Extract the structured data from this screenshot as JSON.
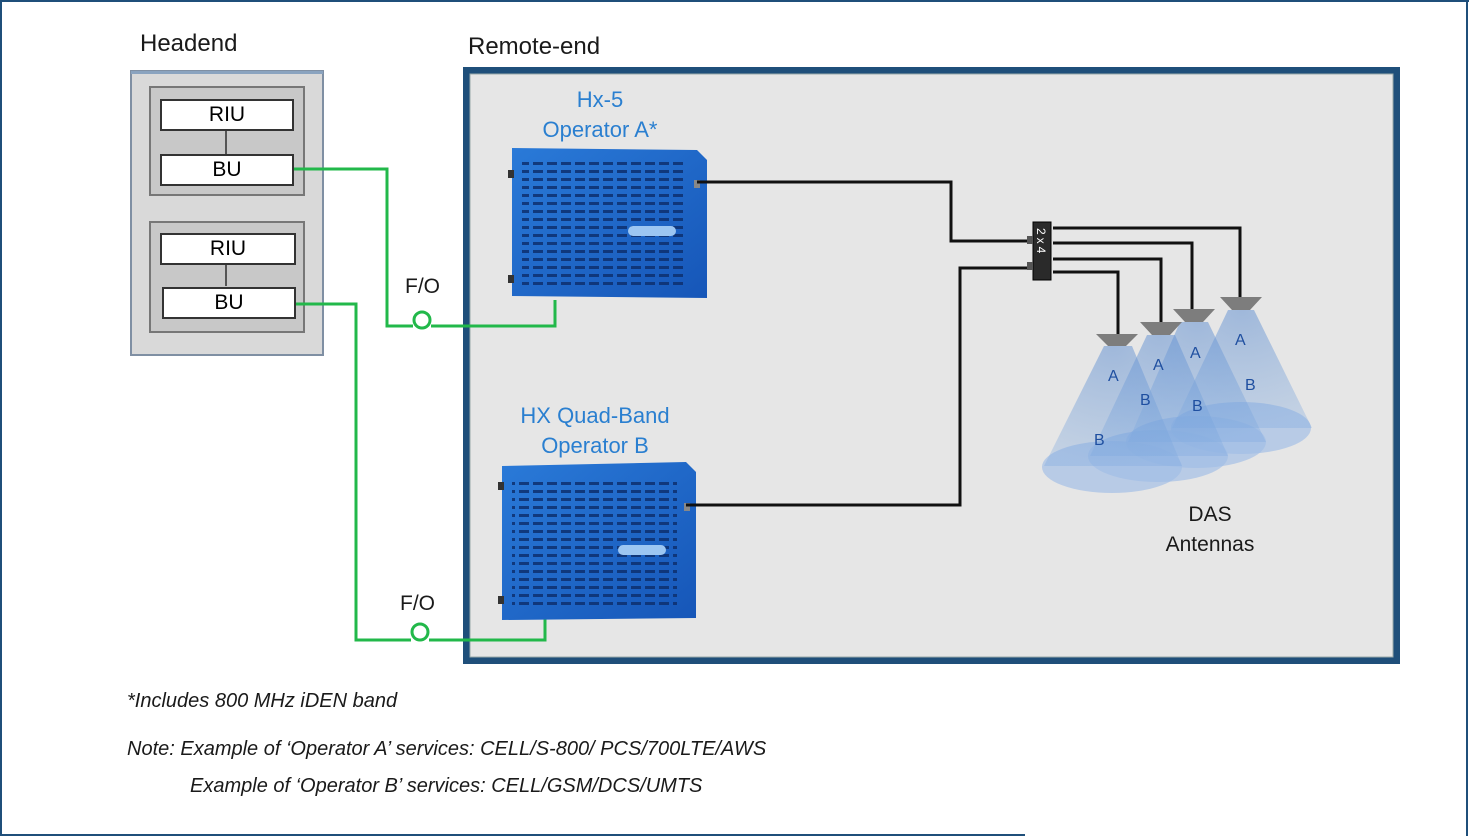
{
  "headend": {
    "title": "Headend",
    "unit1": {
      "riu": "RIU",
      "bu": "BU"
    },
    "unit2": {
      "riu": "RIU",
      "bu": "BU"
    }
  },
  "remote": {
    "title": "Remote-end",
    "device_a": {
      "line1": "Hx-5",
      "line2": "Operator A*"
    },
    "device_b": {
      "line1": "HX Quad-Band",
      "line2": "Operator B"
    },
    "fo_top": "F/O",
    "fo_bottom": "F/O",
    "splitter": "2x4",
    "antenna_caption": {
      "line1": "DAS",
      "line2": "Antennas"
    },
    "antennas": [
      {
        "top": "A",
        "bottom": "B"
      },
      {
        "top": "A",
        "bottom": "B"
      },
      {
        "top": "A",
        "bottom": "B"
      },
      {
        "top": "A",
        "bottom": "B"
      }
    ]
  },
  "notes": {
    "footnote": "*Includes 800 MHz iDEN band",
    "note_a": "Note: Example of ‘Operator A’ services:  CELL/S-800/ PCS/700LTE/AWS",
    "note_b": "Example of ‘Operator B’ services:  CELL/GSM/DCS/UMTS"
  },
  "colors": {
    "fiber": "#22b84a",
    "coax": "#111111",
    "device": "#1f6fd0",
    "label_blue": "#2a7fd0",
    "frame": "#1f4f7a",
    "remote_bg": "#e6e6e6"
  }
}
